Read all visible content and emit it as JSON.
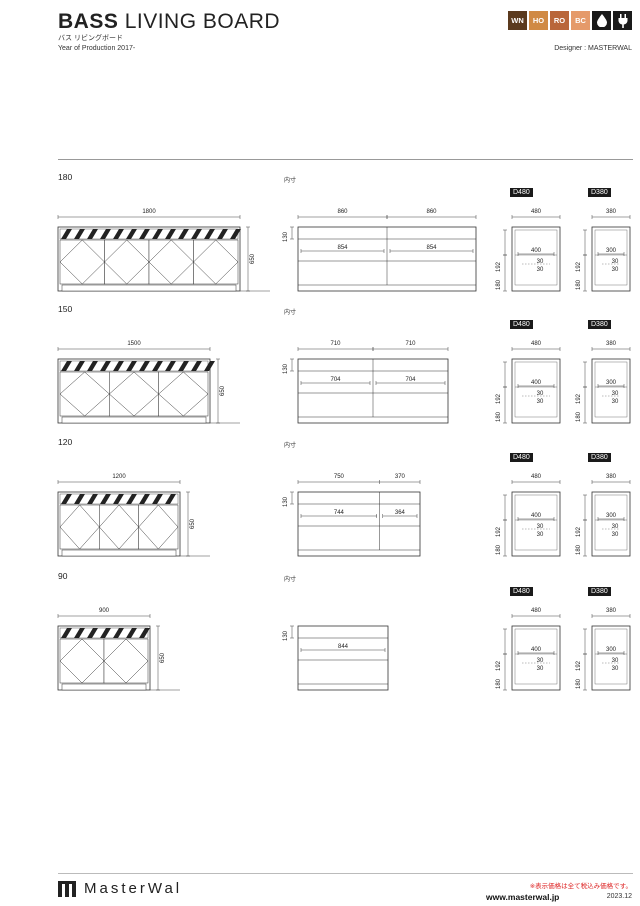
{
  "header": {
    "title_bold": "BASS",
    "title_rest": "LIVING BOARD",
    "kana": "バス リビングボード",
    "year": "Year of Production 2017-",
    "designer": "Designer : MASTERWAL"
  },
  "badges": [
    {
      "label": "WN",
      "color": "#5b3a1e"
    },
    {
      "label": "HO",
      "color": "#d08a44"
    },
    {
      "label": "RO",
      "color": "#b9663a"
    },
    {
      "label": "BC",
      "color": "#e59a6a"
    }
  ],
  "badge_icons": [
    "water-drop-icon",
    "plug-icon"
  ],
  "inner_label": "内寸",
  "depth_tags": [
    "D480",
    "D380"
  ],
  "sections": [
    {
      "label": "180",
      "width": "1800",
      "height": "650",
      "inner_widths": [
        "860",
        "860"
      ],
      "drawer_widths": [
        "854",
        "854"
      ],
      "row_height": "130"
    },
    {
      "label": "150",
      "width": "1500",
      "height": "650",
      "inner_widths": [
        "710",
        "710"
      ],
      "drawer_widths": [
        "704",
        "704"
      ],
      "row_height": "130"
    },
    {
      "label": "120",
      "width": "1200",
      "height": "650",
      "inner_widths": [
        "750",
        "370"
      ],
      "drawer_widths": [
        "744",
        "364"
      ],
      "row_height": "130"
    },
    {
      "label": "90",
      "width": "900",
      "height": "650",
      "inner_widths": [],
      "drawer_widths": [
        "844"
      ],
      "row_height": "130"
    }
  ],
  "side_d480": {
    "depth": "480",
    "shelf": "400",
    "gap_a": "30",
    "gap_b": "30",
    "h_upper": "192",
    "h_lower": "180"
  },
  "side_d380": {
    "depth": "380",
    "shelf": "300",
    "gap_a": "30",
    "gap_b": "30",
    "h_upper": "192",
    "h_lower": "180"
  },
  "footer": {
    "logo": "MasterWal",
    "note": "※表示価格は全て税込み価格です。",
    "url": "www.masterwal.jp",
    "date": "2023.12"
  }
}
